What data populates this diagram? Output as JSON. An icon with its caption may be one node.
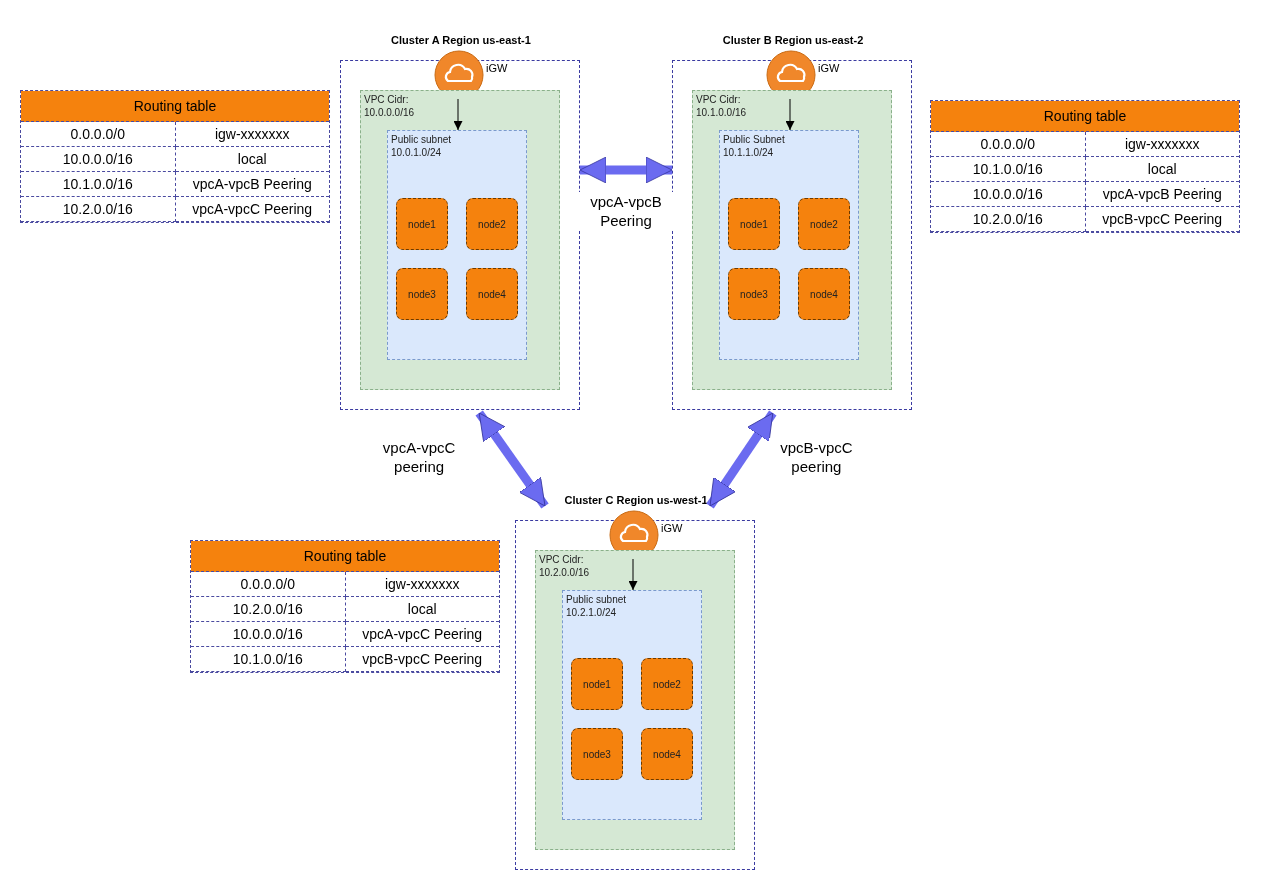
{
  "diagram": {
    "nodes": [
      {
        "text": [
          "Cluster A Region us-east-1"
        ]
      },
      {
        "text": [
          "iGW"
        ],
        "in": 0
      },
      {
        "text": [
          "VPC Cidr: 10.0.0.0/16"
        ],
        "in": 0
      },
      {
        "text": [
          "Public subnet 10.0.1.0/24"
        ],
        "in": 2
      },
      {
        "text": [
          "node1"
        ],
        "in": 3
      },
      {
        "text": [
          "node2"
        ],
        "in": 3
      },
      {
        "text": [
          "node3"
        ],
        "in": 3
      },
      {
        "text": [
          "node4"
        ],
        "in": 3
      },
      {
        "text": [
          "Cluster B Region us-east-2"
        ]
      },
      {
        "text": [
          "iGW"
        ],
        "in": 8
      },
      {
        "text": [
          "VPC Cidr: 10.1.0.0/16"
        ],
        "in": 8
      },
      {
        "text": [
          "Public Subnet 10.1.1.0/24"
        ],
        "in": 10
      },
      {
        "text": [
          "node1"
        ],
        "in": 11
      },
      {
        "text": [
          "node2"
        ],
        "in": 11
      },
      {
        "text": [
          "node3"
        ],
        "in": 11
      },
      {
        "text": [
          "node4"
        ],
        "in": 11
      },
      {
        "text": [
          "Cluster C Region us-west-1"
        ]
      },
      {
        "text": [
          "iGW"
        ],
        "in": 16
      },
      {
        "text": [
          "VPC Cidr: 10.2.0.0/16"
        ],
        "in": 16
      },
      {
        "text": [
          "Public subnet 10.2.1.0/24"
        ],
        "in": 18
      },
      {
        "text": [
          "node1"
        ],
        "in": 19
      },
      {
        "text": [
          "node2"
        ],
        "in": 19
      },
      {
        "text": [
          "node3"
        ],
        "in": 19
      },
      {
        "text": [
          "node4"
        ],
        "in": 19
      }
    ],
    "edges": [
      {
        "from": 1,
        "to": 3,
        "arrow": "to"
      },
      {
        "from": 9,
        "to": 11,
        "arrow": "to"
      },
      {
        "from": 17,
        "to": 19,
        "arrow": "to"
      },
      {
        "from": 0,
        "to": 8,
        "arrow": "both",
        "label": "vpcA-vpcB Peering",
        "style": "thick",
        "color": "#6b6bf0"
      },
      {
        "from": 0,
        "to": 16,
        "arrow": "both",
        "label": "vpcA-vpcC peering",
        "style": "thick",
        "color": "#6b6bf0"
      },
      {
        "from": 8,
        "to": 16,
        "arrow": "both",
        "label": "vpcB-vpcC peering",
        "style": "thick",
        "color": "#6b6bf0"
      }
    ],
    "labels": [
      "Routing table",
      "0.0.0.0/0",
      "igw-xxxxxxx",
      "10.0.0.0/16",
      "local",
      "10.1.0.0/16",
      "vpcA-vpcB Peering",
      "10.2.0.0/16",
      "vpcA-vpcC Peering",
      "Routing table",
      "0.0.0.0/0",
      "igw-xxxxxxx",
      "10.1.0.0/16",
      "local",
      "10.0.0.0/16",
      "vpcA-vpcB Peering",
      "10.2.0.0/16",
      "vpcB-vpcC Peering",
      "Routing table",
      "0.0.0.0/0",
      "igw-xxxxxxx",
      "10.2.0.0/16",
      "local",
      "10.0.0.0/16",
      "vpcA-vpcC Peering",
      "10.1.0.0/16",
      "vpcB-vpcC Peering"
    ]
  }
}
